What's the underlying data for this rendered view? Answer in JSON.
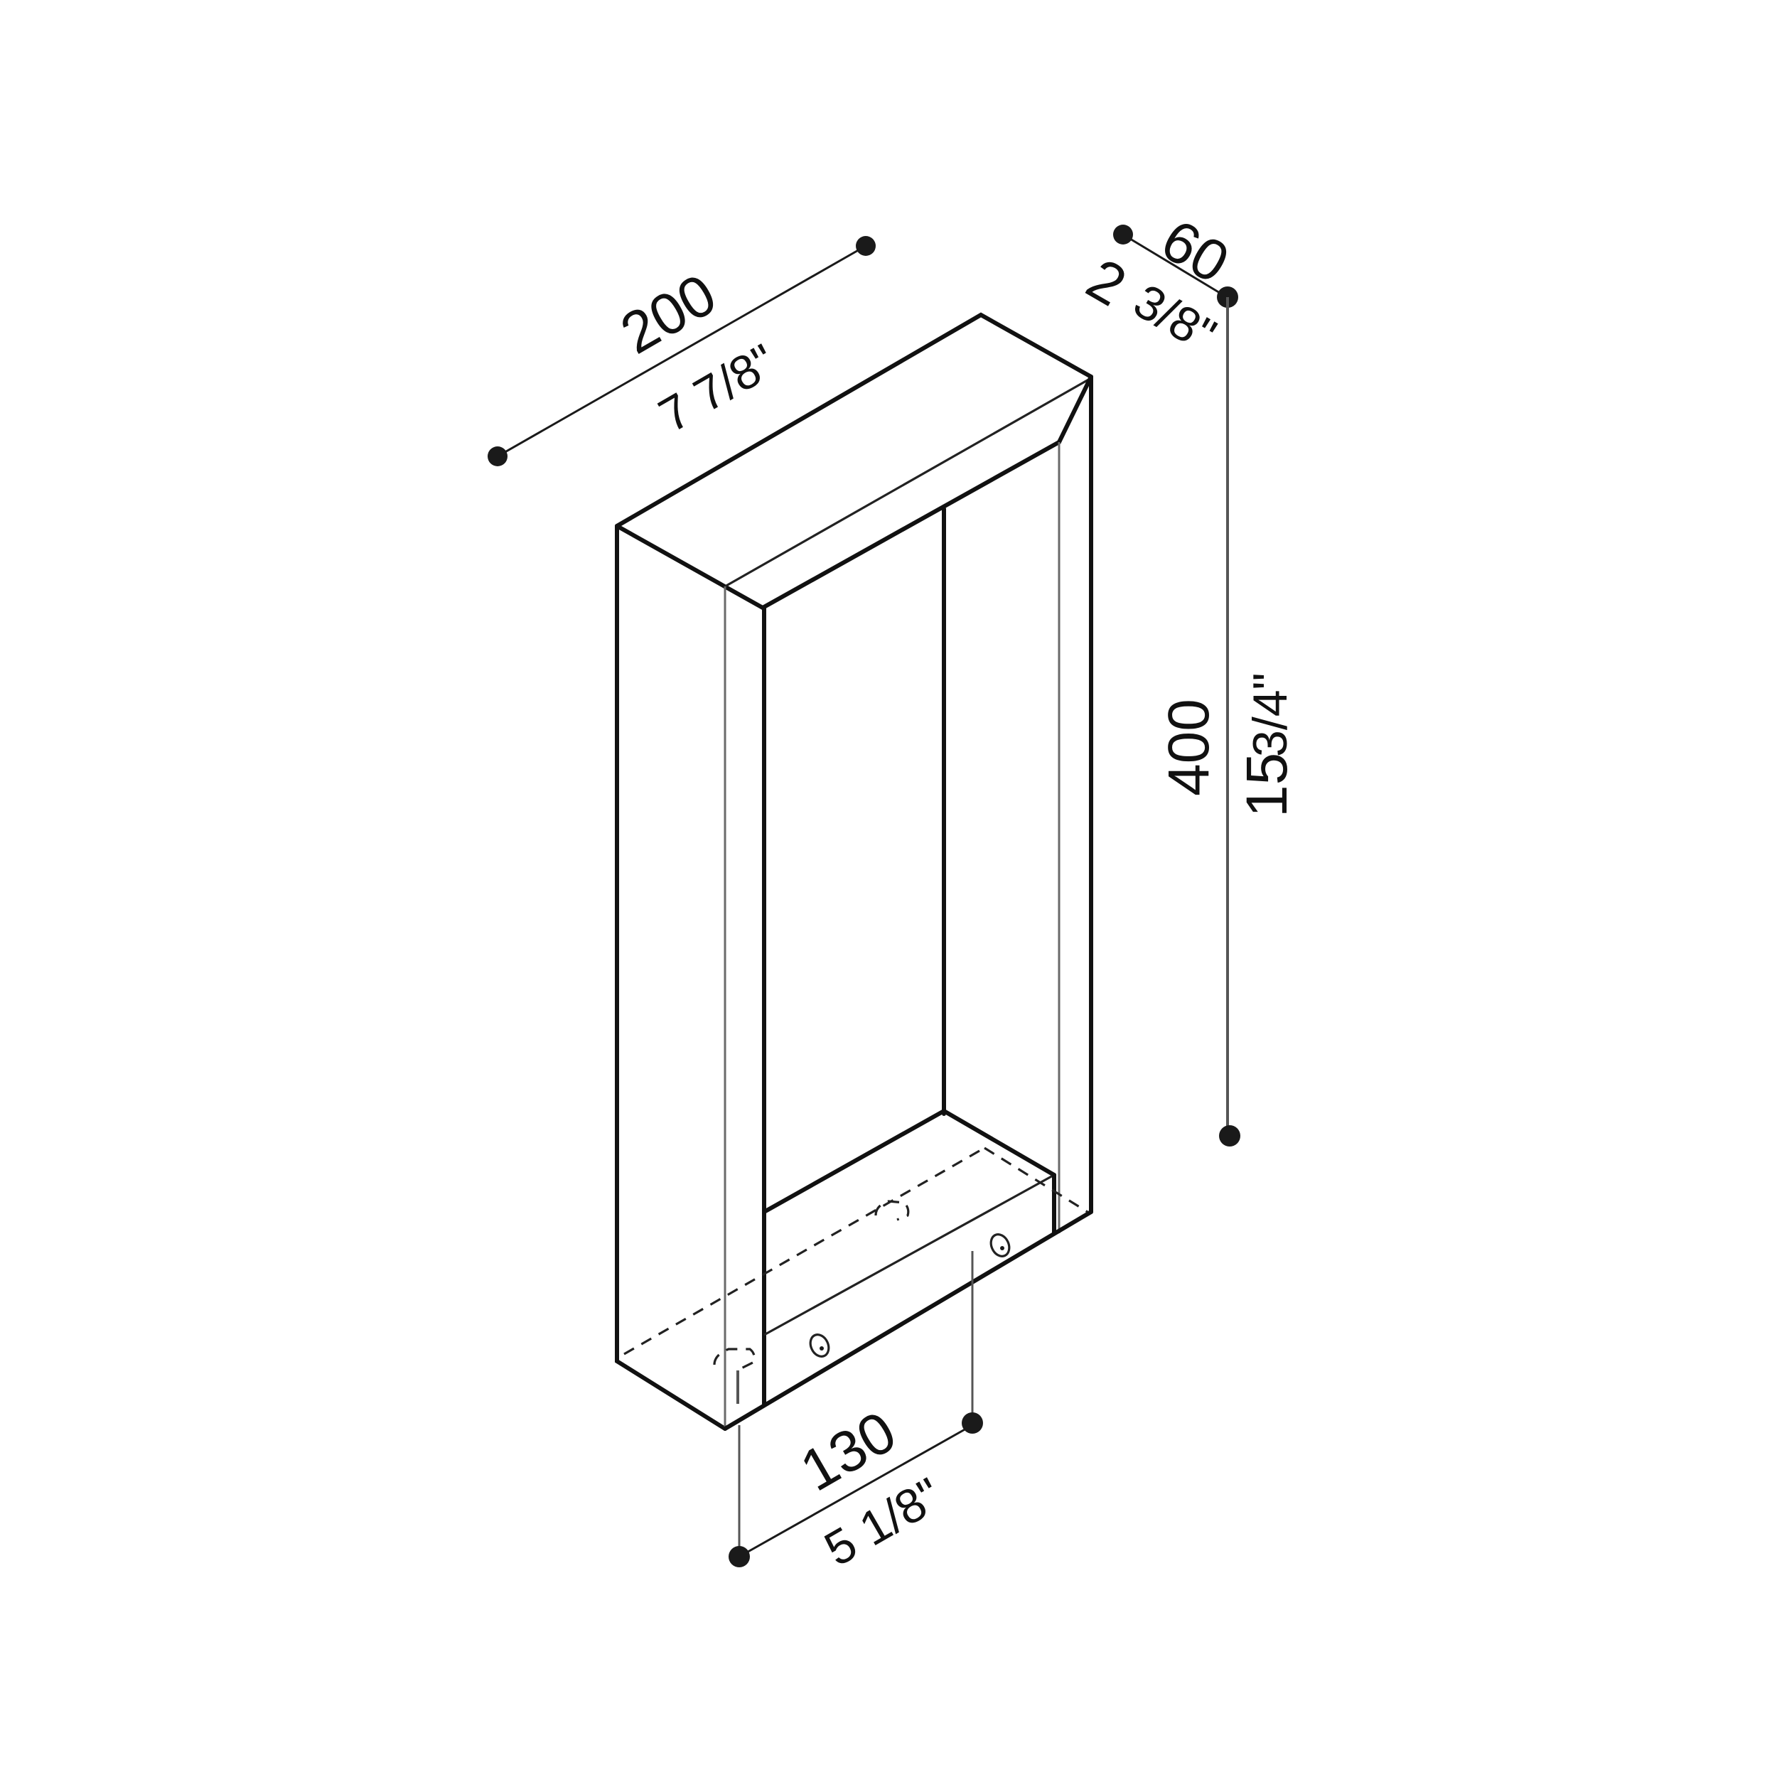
{
  "drawing": {
    "subject": "Rectangular frame bollard / wall light (isometric line drawing)",
    "colors": {
      "line": "#111111",
      "background": "#ffffff"
    }
  },
  "dimensions": {
    "width": {
      "mm": "200",
      "inch": "7 7/8\""
    },
    "depth": {
      "mm": "60",
      "inch_whole": "2",
      "inch_frac": "3/8\""
    },
    "height": {
      "mm": "400",
      "inch_whole": "15",
      "inch_frac": "3/4\""
    },
    "base_mount": {
      "mm": "130",
      "inch": "5 1/8\""
    }
  }
}
